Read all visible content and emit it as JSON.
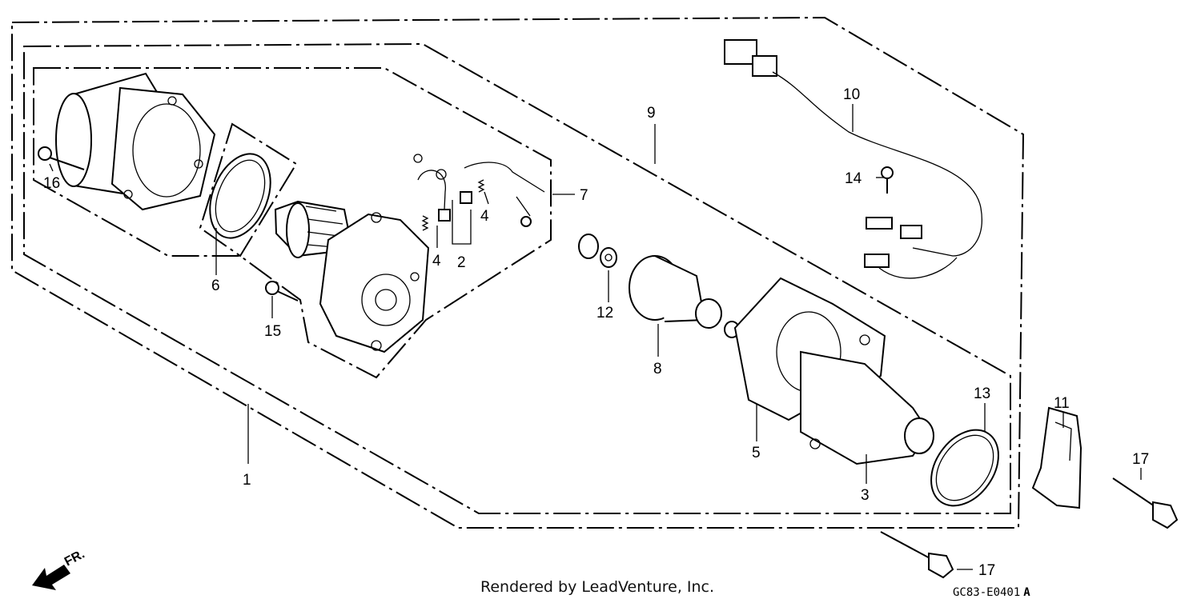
{
  "diagram": {
    "callouts": {
      "p1": "1",
      "p2": "2",
      "p3": "3",
      "p4a": "4",
      "p4b": "4",
      "p5": "5",
      "p6": "6",
      "p7": "7",
      "p8": "8",
      "p9": "9",
      "p10": "10",
      "p11": "11",
      "p12": "12",
      "p13": "13",
      "p14": "14",
      "p15": "15",
      "p16": "16",
      "p17a": "17",
      "p17b": "17"
    },
    "direction_label": "FR.",
    "footer": "Rendered by LeadVenture, Inc.",
    "diagram_code": "GC83-E0401",
    "diagram_code_suffix": "A"
  }
}
